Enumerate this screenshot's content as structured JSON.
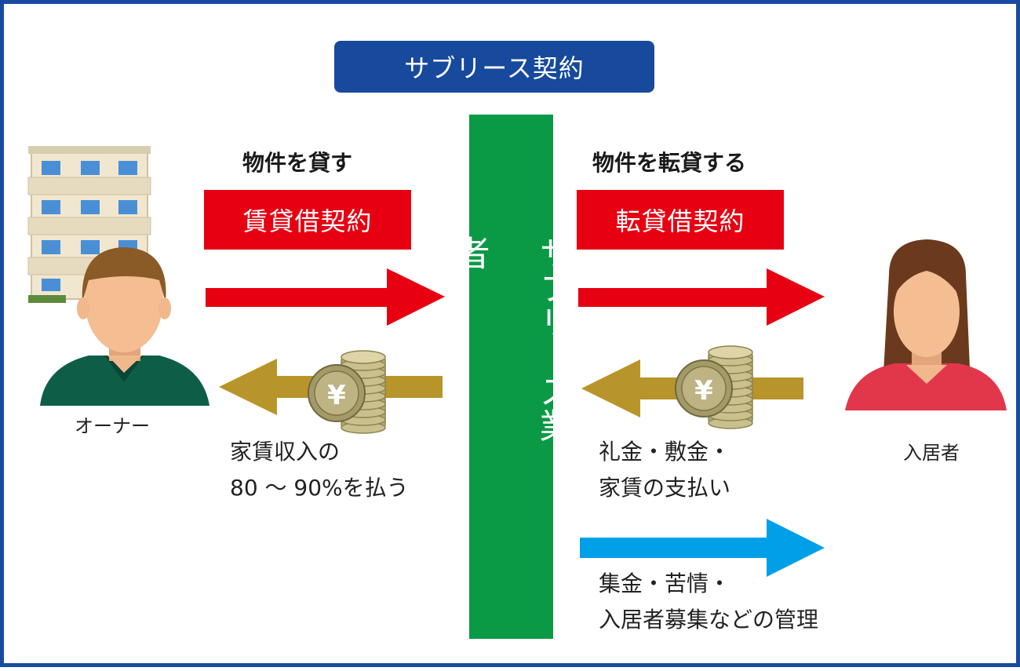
{
  "title": "サブリース契約",
  "middle": {
    "label": "サブリース業者"
  },
  "left": {
    "caption": "物件を貸す",
    "contract": "賃貸借契約",
    "payment_line1": "家賃収入の",
    "payment_line2": "80 ～ 90%を払う",
    "person_label": "オーナー"
  },
  "right": {
    "caption": "物件を転貸する",
    "contract": "転貸借契約",
    "payment_line1": "礼金・敷金・",
    "payment_line2": "家賃の支払い",
    "management_line1": "集金・苦情・",
    "management_line2": "入居者募集などの管理",
    "person_label": "入居者"
  },
  "coin_symbol": "¥",
  "colors": {
    "frame": "#1a4aa0",
    "title_bg": "#174a9c",
    "middle_bar": "#0a9a45",
    "red": "#e60012",
    "gold": "#b8952a",
    "blue_arrow": "#00a0e9"
  },
  "icons": [
    "building-icon",
    "owner-icon",
    "tenant-icon",
    "coin-stack-icon"
  ]
}
